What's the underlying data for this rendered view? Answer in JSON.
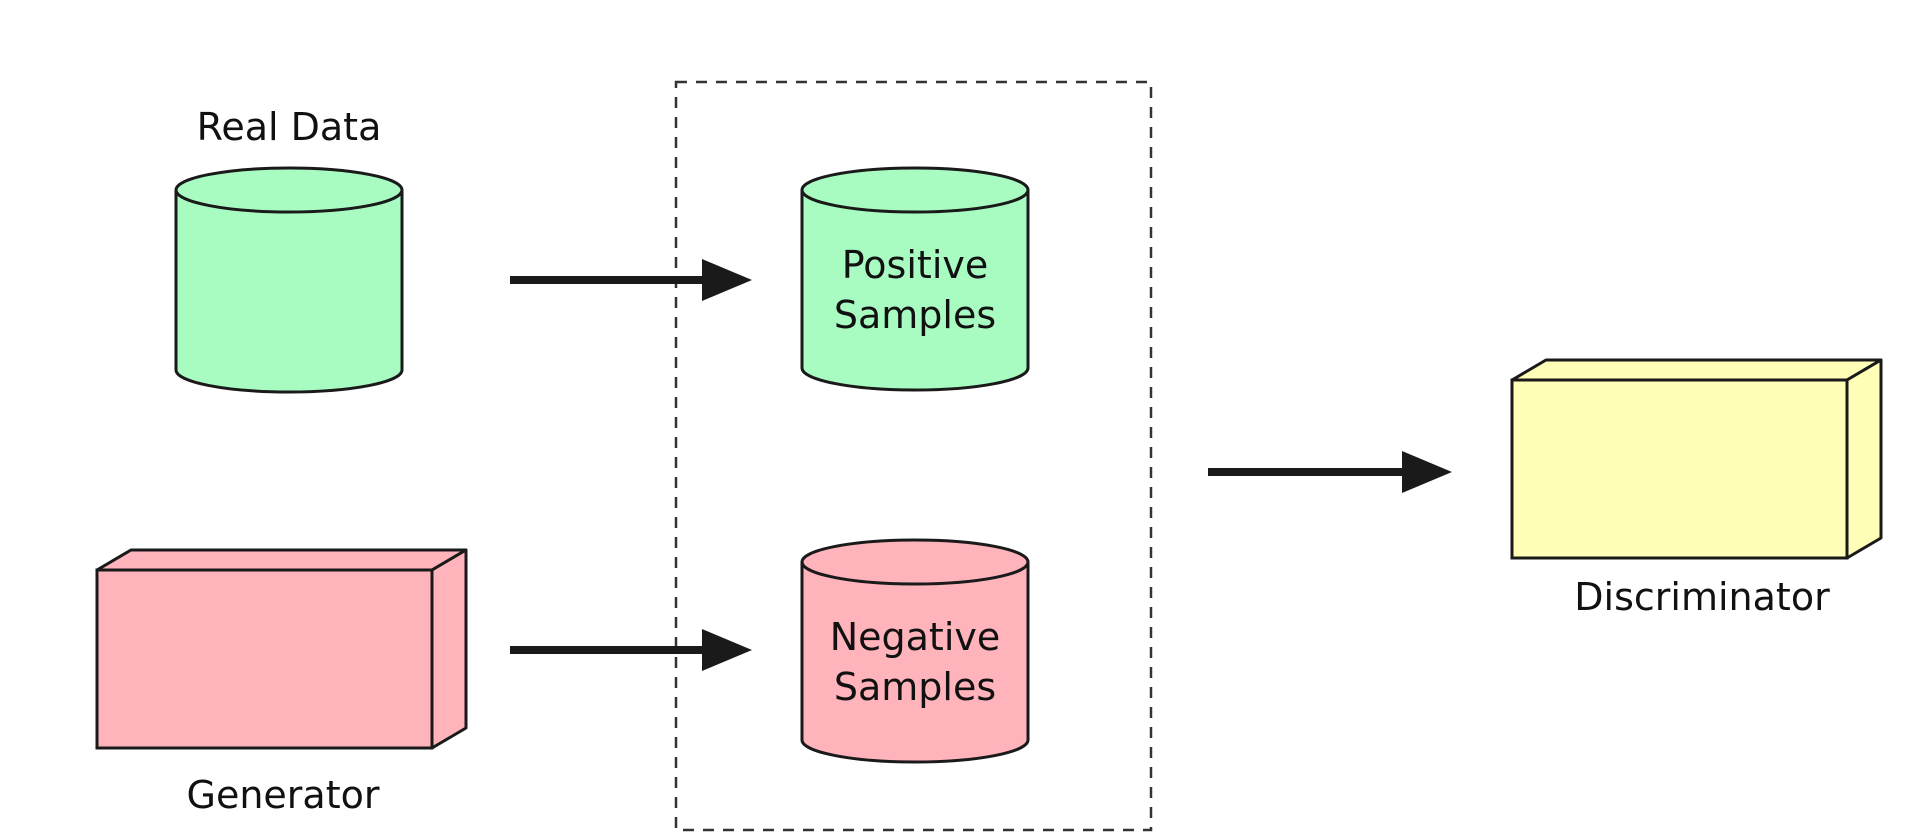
{
  "labels": {
    "real_data": "Real Data",
    "positive_line1": "Positive",
    "positive_line2": "Samples",
    "negative_line1": "Negative",
    "negative_line2": "Samples",
    "generator": "Generator",
    "discriminator": "Discriminator"
  },
  "colors": {
    "real": "#a8fcc2",
    "fake": "#ffb3ba",
    "discriminator": "#ffffb8",
    "stroke": "#1a1a1a"
  }
}
